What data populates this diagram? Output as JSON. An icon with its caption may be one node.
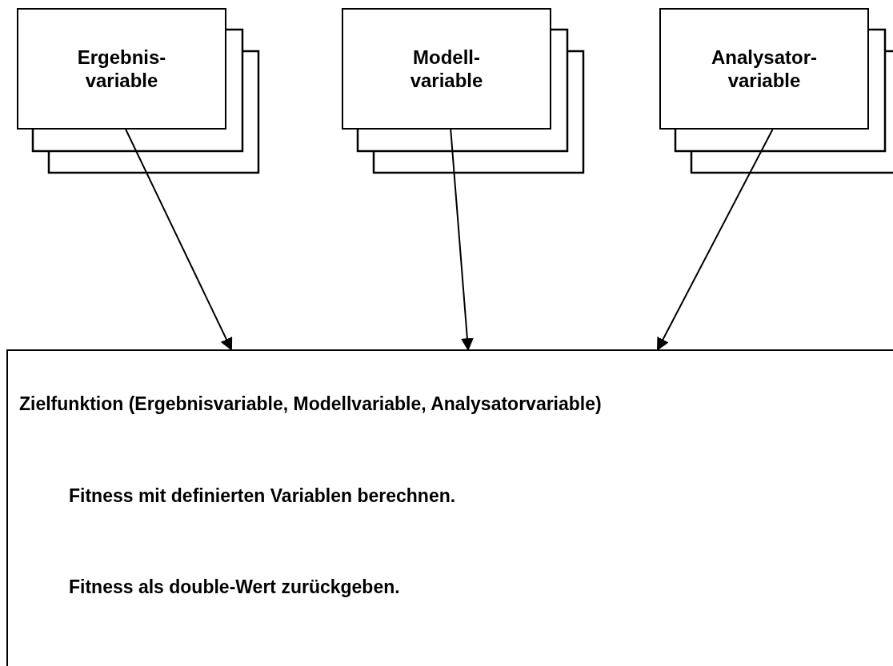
{
  "diagram": {
    "nodes": [
      {
        "text": [
          "Ergebnis- variable"
        ]
      },
      {
        "text": [
          "Modell- variable"
        ]
      },
      {
        "text": [
          "Analysator- variable"
        ]
      },
      {
        "text": [
          "Zielfunktion (Ergebnisvariable, Modellvariable, Analysatorvariable)",
          "Fitness mit definierten Variablen berechnen.",
          "Fitness als double-Wert zurückgeben."
        ]
      }
    ],
    "edges": [
      {
        "from": 0,
        "to": 3,
        "arrow": "to"
      },
      {
        "from": 1,
        "to": 3,
        "arrow": "to"
      },
      {
        "from": 2,
        "to": 3,
        "arrow": "to"
      }
    ]
  }
}
